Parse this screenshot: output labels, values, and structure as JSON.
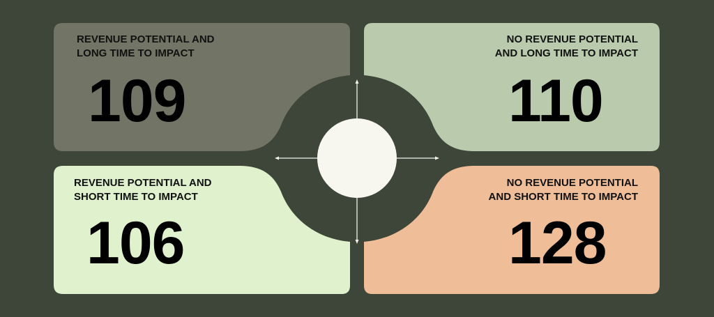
{
  "colors": {
    "background": "#3e4639",
    "center_circle": "#f7f7ef",
    "axis_lines": "#f2f2ea"
  },
  "quadrants": {
    "top_left": {
      "label_line1": "REVENUE POTENTIAL AND",
      "label_line2": "LONG TIME TO IMPACT",
      "value": "109",
      "color": "#727565"
    },
    "top_right": {
      "label_line1": "NO REVENUE POTENTIAL",
      "label_line2": "AND LONG TIME TO IMPACT",
      "value": "110",
      "color": "#b9cbac"
    },
    "bottom_left": {
      "label_line1": "REVENUE POTENTIAL AND",
      "label_line2": "SHORT TIME TO IMPACT",
      "value": "106",
      "color": "#e0f2cd"
    },
    "bottom_right": {
      "label_line1": "NO REVENUE POTENTIAL",
      "label_line2": "AND SHORT TIME TO IMPACT",
      "value": "128",
      "color": "#efbe99"
    }
  }
}
